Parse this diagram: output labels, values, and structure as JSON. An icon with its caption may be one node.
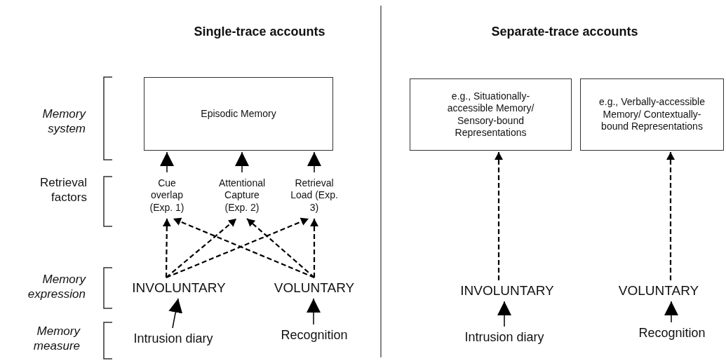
{
  "diagram": {
    "nodes": [
      {
        "text": [
          "Episodic Memory"
        ]
      },
      {
        "text": [
          "Cue overlap (Exp. 1)"
        ]
      },
      {
        "text": [
          "Attentional Capture (Exp. 2)"
        ]
      },
      {
        "text": [
          "Retrieval Load (Exp. 3)"
        ]
      },
      {
        "text": [
          "INVOLUNTARY"
        ]
      },
      {
        "text": [
          "VOLUNTARY"
        ]
      },
      {
        "text": [
          "Intrusion diary"
        ]
      },
      {
        "text": [
          "Recognition"
        ]
      },
      {
        "text": [
          "e.g., Situationally-accessible Memory/ Sensory-bound Representations"
        ]
      },
      {
        "text": [
          "e.g., Verbally-accessible Memory/ Contextually-bound Representations"
        ]
      },
      {
        "text": [
          "INVOLUNTARY"
        ]
      },
      {
        "text": [
          "VOLUNTARY"
        ]
      },
      {
        "text": [
          "Intrusion diary"
        ]
      },
      {
        "text": [
          "Recognition"
        ]
      }
    ],
    "edges": [
      {
        "from": 1,
        "to": 0,
        "arrow": "to"
      },
      {
        "from": 2,
        "to": 0,
        "arrow": "to"
      },
      {
        "from": 3,
        "to": 0,
        "arrow": "to"
      },
      {
        "from": 4,
        "to": 1,
        "arrow": "to",
        "style": "dashed"
      },
      {
        "from": 4,
        "to": 2,
        "arrow": "to",
        "style": "dashed"
      },
      {
        "from": 4,
        "to": 3,
        "arrow": "to",
        "style": "dashed"
      },
      {
        "from": 5,
        "to": 1,
        "arrow": "to",
        "style": "dashed"
      },
      {
        "from": 5,
        "to": 2,
        "arrow": "to",
        "style": "dashed"
      },
      {
        "from": 5,
        "to": 3,
        "arrow": "to",
        "style": "dashed"
      },
      {
        "from": 6,
        "to": 4,
        "arrow": "to"
      },
      {
        "from": 7,
        "to": 5,
        "arrow": "to"
      },
      {
        "from": 10,
        "to": 8,
        "arrow": "to",
        "style": "dashed"
      },
      {
        "from": 11,
        "to": 9,
        "arrow": "to",
        "style": "dashed"
      },
      {
        "from": 12,
        "to": 10,
        "arrow": "to"
      },
      {
        "from": 13,
        "to": 11,
        "arrow": "to"
      }
    ],
    "labels": [
      "Single-trace accounts",
      "Separate-trace accounts",
      "Memory system",
      "Retrieval factors",
      "Memory expression",
      "Memory measure"
    ]
  }
}
